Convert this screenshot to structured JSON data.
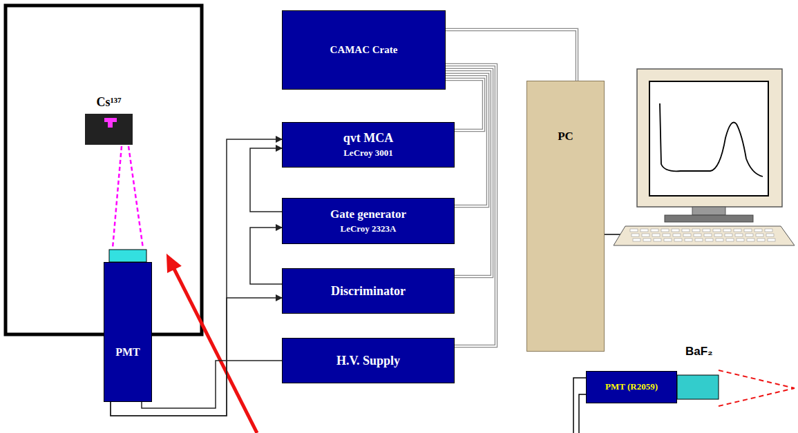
{
  "diagram": {
    "nodes": [
      {
        "text": [
          "CAMAC Crate"
        ]
      },
      {
        "text": [
          "Cs¹³⁷"
        ]
      },
      {
        "text": [
          "PC"
        ]
      },
      {
        "text": [
          "qvt MCA",
          "LeCroy 3001"
        ]
      },
      {
        "text": [
          "Gate generator",
          "LeCroy 2323A"
        ]
      },
      {
        "text": [
          "Discriminator"
        ]
      },
      {
        "text": [
          "PMT"
        ]
      },
      {
        "text": [
          "H.V. Supply"
        ]
      },
      {
        "text": [
          "PMT (R2059)"
        ]
      }
    ],
    "edges": [
      {
        "from": 6,
        "to": 3,
        "arrow": "to"
      },
      {
        "from": 6,
        "to": 5,
        "arrow": "to"
      },
      {
        "from": 5,
        "to": 4,
        "arrow": "to"
      },
      {
        "from": 4,
        "to": 3,
        "arrow": "to"
      },
      {
        "from": 7,
        "to": 6,
        "arrow": "none"
      },
      {
        "from": 3,
        "to": 0,
        "arrow": "none"
      },
      {
        "from": 4,
        "to": 0,
        "arrow": "none"
      },
      {
        "from": 5,
        "to": 0,
        "arrow": "none"
      },
      {
        "from": 7,
        "to": 0,
        "arrow": "none"
      },
      {
        "from": 0,
        "to": 2,
        "arrow": "none"
      }
    ],
    "labels": [
      "BaF₂"
    ]
  }
}
